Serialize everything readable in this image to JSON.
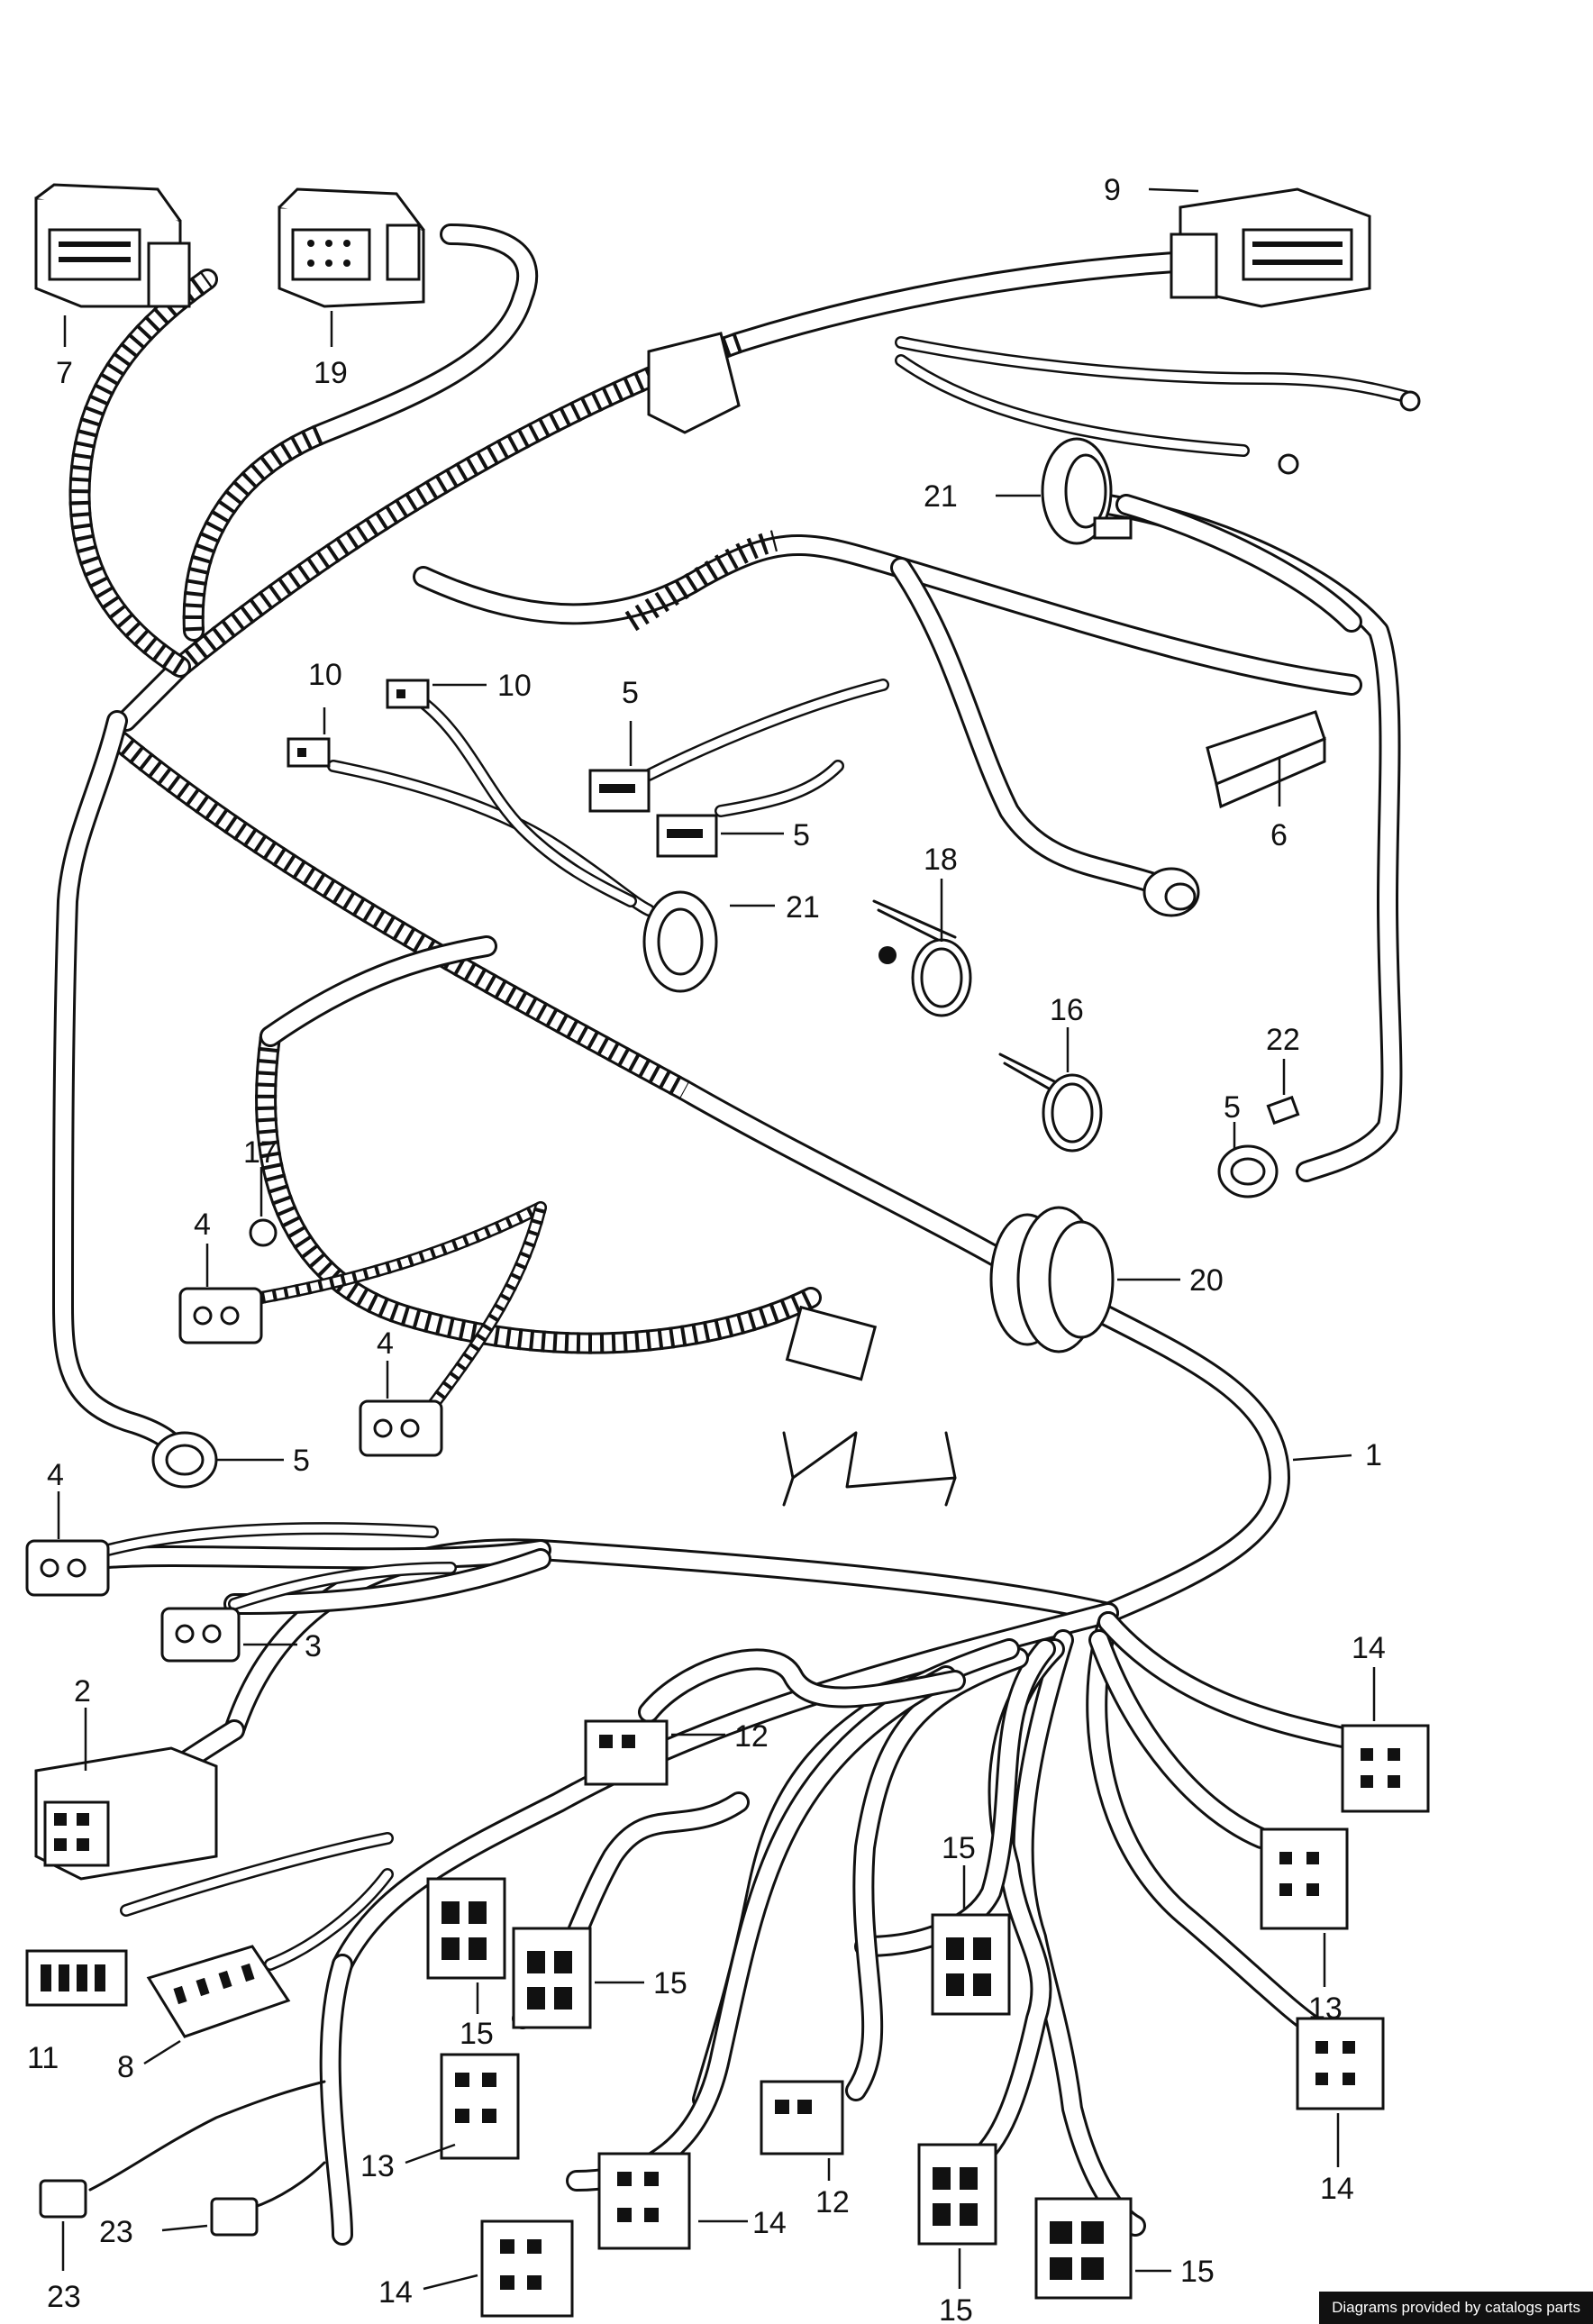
{
  "callouts": [
    {
      "id": "c1",
      "text": "1"
    },
    {
      "id": "c2",
      "text": "2"
    },
    {
      "id": "c3",
      "text": "3"
    },
    {
      "id": "c4a",
      "text": "4"
    },
    {
      "id": "c4b",
      "text": "4"
    },
    {
      "id": "c4c",
      "text": "4"
    },
    {
      "id": "c5a",
      "text": "5"
    },
    {
      "id": "c5b",
      "text": "5"
    },
    {
      "id": "c5c",
      "text": "5"
    },
    {
      "id": "c5d",
      "text": "5"
    },
    {
      "id": "c6",
      "text": "6"
    },
    {
      "id": "c7",
      "text": "7"
    },
    {
      "id": "c8",
      "text": "8"
    },
    {
      "id": "c9",
      "text": "9"
    },
    {
      "id": "c10a",
      "text": "10"
    },
    {
      "id": "c10b",
      "text": "10"
    },
    {
      "id": "c11",
      "text": "11"
    },
    {
      "id": "c12a",
      "text": "12"
    },
    {
      "id": "c12b",
      "text": "12"
    },
    {
      "id": "c13a",
      "text": "13"
    },
    {
      "id": "c13b",
      "text": "13"
    },
    {
      "id": "c14a",
      "text": "14"
    },
    {
      "id": "c14b",
      "text": "14"
    },
    {
      "id": "c14c",
      "text": "14"
    },
    {
      "id": "c14d",
      "text": "14"
    },
    {
      "id": "c15a",
      "text": "15"
    },
    {
      "id": "c15b",
      "text": "15"
    },
    {
      "id": "c15c",
      "text": "15"
    },
    {
      "id": "c15d",
      "text": "15"
    },
    {
      "id": "c15e",
      "text": "15"
    },
    {
      "id": "c16",
      "text": "16"
    },
    {
      "id": "c17",
      "text": "17"
    },
    {
      "id": "c18",
      "text": "18"
    },
    {
      "id": "c19",
      "text": "19"
    },
    {
      "id": "c20",
      "text": "20"
    },
    {
      "id": "c21a",
      "text": "21"
    },
    {
      "id": "c21b",
      "text": "21"
    },
    {
      "id": "c22",
      "text": "22"
    },
    {
      "id": "c23a",
      "text": "23"
    },
    {
      "id": "c23b",
      "text": "23"
    }
  ],
  "footer": {
    "credit": "Diagrams provided by catalogs parts"
  }
}
